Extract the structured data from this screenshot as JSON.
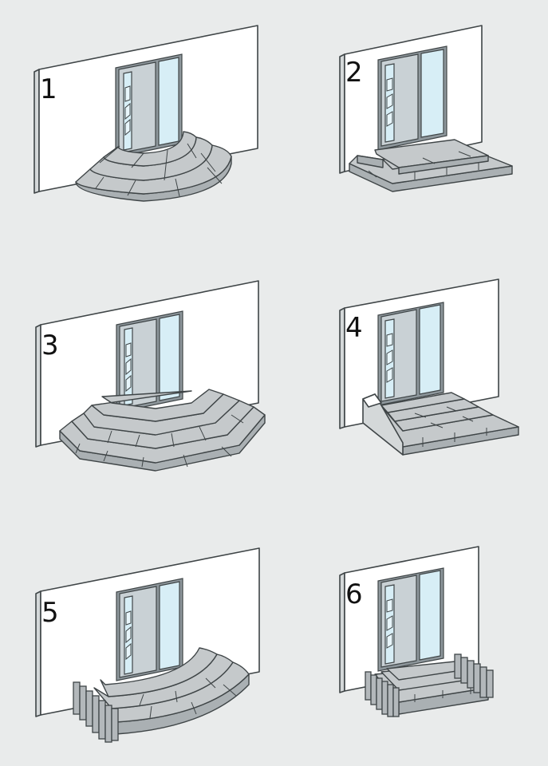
{
  "panels": [
    {
      "number": "1",
      "stair_style": "quarter-round"
    },
    {
      "number": "2",
      "stair_style": "straight-rectangular"
    },
    {
      "number": "3",
      "stair_style": "polygonal"
    },
    {
      "number": "4",
      "stair_style": "straight-with-side-wall"
    },
    {
      "number": "5",
      "stair_style": "rounded-with-post-edging"
    },
    {
      "number": "6",
      "stair_style": "rectangular-with-post-edging"
    }
  ]
}
